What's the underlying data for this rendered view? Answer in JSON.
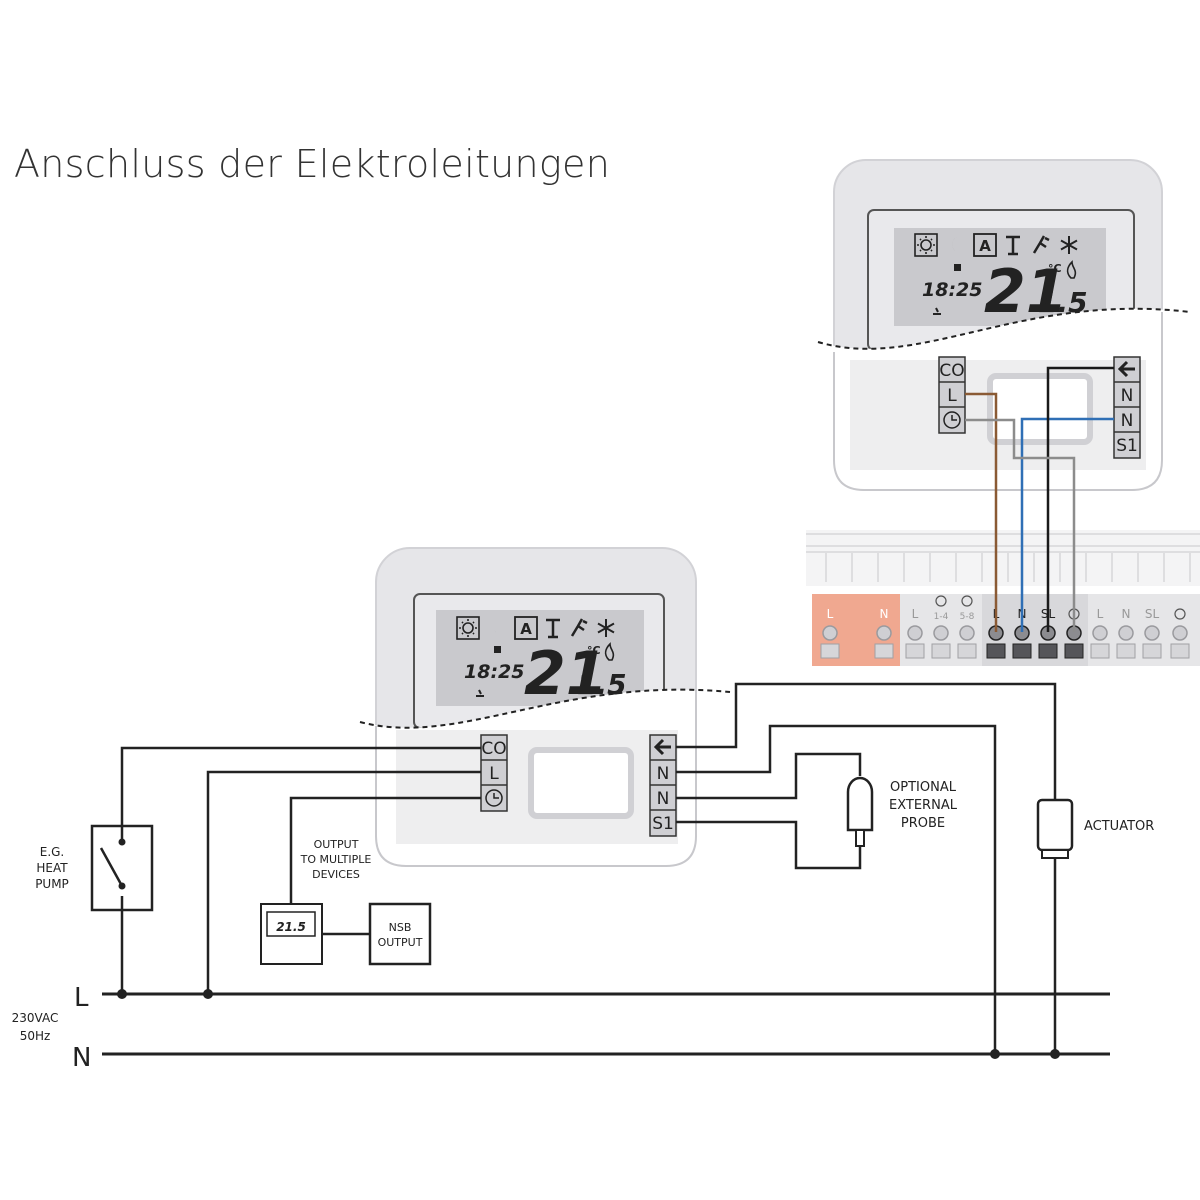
{
  "title": "Anschluss der Elektroleitungen",
  "thermostat": {
    "lcd_time": "18:25",
    "temp_big": "21",
    "temp_small": "1.5",
    "temp_unit": "°C",
    "terminals_left": [
      "CO",
      "L"
    ],
    "terminals_right": [
      "N",
      "N",
      "S1"
    ]
  },
  "labels": {
    "heat_pump": [
      "E.G.",
      "HEAT",
      "PUMP"
    ],
    "output_multiple": [
      "OUTPUT",
      "TO MULTIPLE",
      "DEVICES"
    ],
    "nsb_output": [
      "NSB",
      "OUTPUT"
    ],
    "probe": [
      "OPTIONAL",
      "EXTERNAL",
      "PROBE"
    ],
    "actuator": "ACTUATOR",
    "supply": [
      "230VAC",
      "50Hz"
    ],
    "line_l": "L",
    "line_n": "N",
    "mini_temp": "21.5"
  },
  "strip": {
    "labels": [
      "L",
      "N",
      "L",
      "1-4",
      "5-8",
      "L",
      "N",
      "SL",
      "",
      "L",
      "N",
      "SL",
      ""
    ]
  },
  "colors": {
    "brown": "#8a5a34",
    "blue": "#2f6fb5",
    "black": "#1a1a1a",
    "grey": "#8c8c8c",
    "strip_red": "#f0a890",
    "housing": "#e6e6e9"
  }
}
